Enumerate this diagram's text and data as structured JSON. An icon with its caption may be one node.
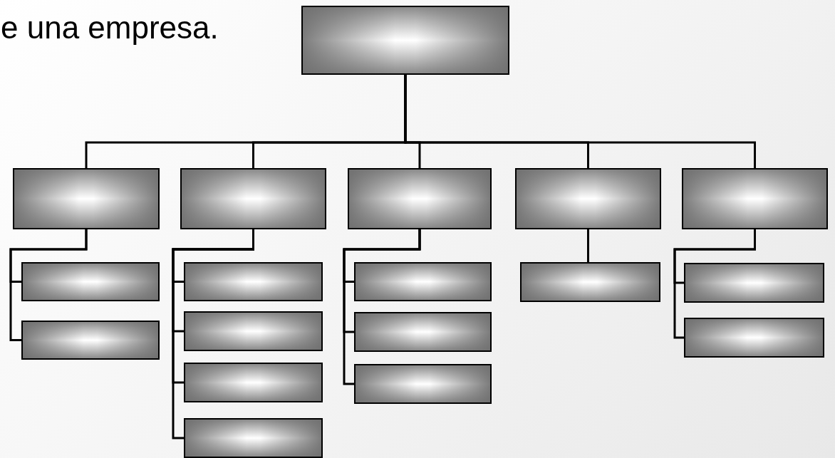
{
  "diagram": {
    "nodes": [
      {
        "text": [],
        "shape": "box"
      },
      {
        "text": [],
        "shape": "box"
      },
      {
        "text": [],
        "shape": "box"
      },
      {
        "text": [],
        "shape": "box"
      },
      {
        "text": [],
        "shape": "box"
      },
      {
        "text": [],
        "shape": "box"
      },
      {
        "text": [],
        "shape": "box"
      },
      {
        "text": [],
        "shape": "box"
      },
      {
        "text": [],
        "shape": "box"
      },
      {
        "text": [],
        "shape": "box"
      },
      {
        "text": [],
        "shape": "box"
      },
      {
        "text": [],
        "shape": "box"
      },
      {
        "text": [],
        "shape": "box"
      },
      {
        "text": [],
        "shape": "box"
      },
      {
        "text": [],
        "shape": "box"
      },
      {
        "text": [],
        "shape": "box"
      },
      {
        "text": [],
        "shape": "box"
      },
      {
        "text": [],
        "shape": "box"
      }
    ],
    "edges": [
      {
        "from": 0,
        "to": 1,
        "arrow": "none"
      },
      {
        "from": 0,
        "to": 2,
        "arrow": "none"
      },
      {
        "from": 0,
        "to": 3,
        "arrow": "none"
      },
      {
        "from": 0,
        "to": 4,
        "arrow": "none"
      },
      {
        "from": 0,
        "to": 5,
        "arrow": "none"
      },
      {
        "from": 1,
        "to": 6,
        "arrow": "none"
      },
      {
        "from": 1,
        "to": 7,
        "arrow": "none"
      },
      {
        "from": 2,
        "to": 8,
        "arrow": "none"
      },
      {
        "from": 2,
        "to": 9,
        "arrow": "none"
      },
      {
        "from": 2,
        "to": 10,
        "arrow": "none"
      },
      {
        "from": 2,
        "to": 11,
        "arrow": "none"
      },
      {
        "from": 3,
        "to": 12,
        "arrow": "none"
      },
      {
        "from": 3,
        "to": 13,
        "arrow": "none"
      },
      {
        "from": 3,
        "to": 14,
        "arrow": "none"
      },
      {
        "from": 4,
        "to": 15,
        "arrow": "none"
      },
      {
        "from": 5,
        "to": 16,
        "arrow": "none"
      },
      {
        "from": 5,
        "to": 17,
        "arrow": "none"
      }
    ],
    "labels": [
      "e una empresa."
    ]
  }
}
